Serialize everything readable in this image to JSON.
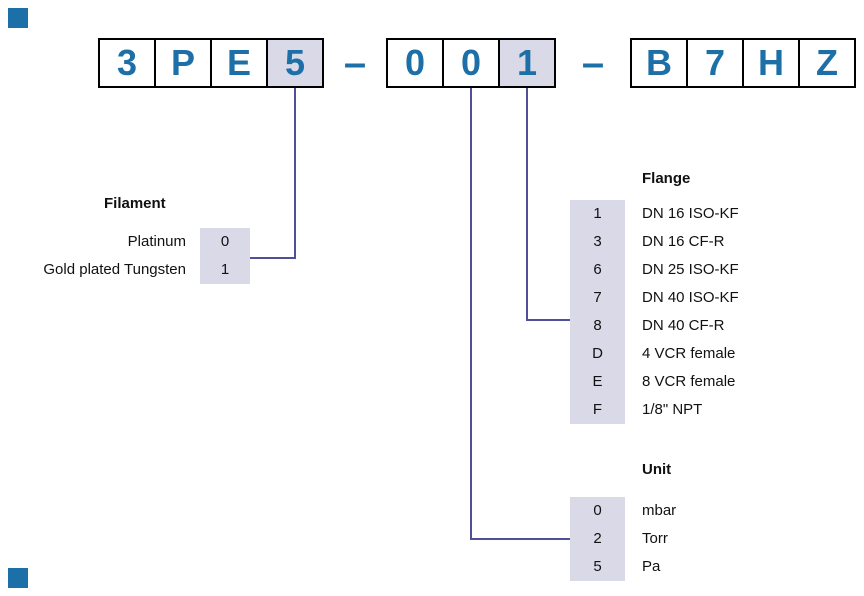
{
  "colors": {
    "accent_blue": "#1d6fa8",
    "highlight_lavender": "#d9d9e8",
    "connector_line": "#4f5096"
  },
  "code": {
    "separator": "–",
    "groups": [
      {
        "chars": [
          {
            "t": "3",
            "highlighted": false
          },
          {
            "t": "P",
            "highlighted": false
          },
          {
            "t": "E",
            "highlighted": false
          },
          {
            "t": "5",
            "highlighted": true
          }
        ]
      },
      {
        "chars": [
          {
            "t": "0",
            "highlighted": false
          },
          {
            "t": "0",
            "highlighted": false
          },
          {
            "t": "1",
            "highlighted": true
          }
        ]
      },
      {
        "chars": [
          {
            "t": "B",
            "highlighted": false
          },
          {
            "t": "7",
            "highlighted": false
          },
          {
            "t": "H",
            "highlighted": false
          },
          {
            "t": "Z",
            "highlighted": false
          }
        ]
      }
    ]
  },
  "filament": {
    "title": "Filament",
    "rows": [
      {
        "label": "Platinum",
        "code": "0"
      },
      {
        "label": "Gold plated Tungsten",
        "code": "1"
      }
    ]
  },
  "flange": {
    "title": "Flange",
    "rows": [
      {
        "code": "1",
        "label": "DN 16 ISO-KF"
      },
      {
        "code": "3",
        "label": "DN 16 CF-R"
      },
      {
        "code": "6",
        "label": "DN 25 ISO-KF"
      },
      {
        "code": "7",
        "label": "DN 40 ISO-KF"
      },
      {
        "code": "8",
        "label": "DN 40 CF-R"
      },
      {
        "code": "D",
        "label": "4 VCR female"
      },
      {
        "code": "E",
        "label": "8 VCR female"
      },
      {
        "code": "F",
        "label": "1/8\" NPT"
      }
    ]
  },
  "unit": {
    "title": "Unit",
    "rows": [
      {
        "code": "0",
        "label": "mbar"
      },
      {
        "code": "2",
        "label": "Torr"
      },
      {
        "code": "5",
        "label": "Pa"
      }
    ]
  }
}
